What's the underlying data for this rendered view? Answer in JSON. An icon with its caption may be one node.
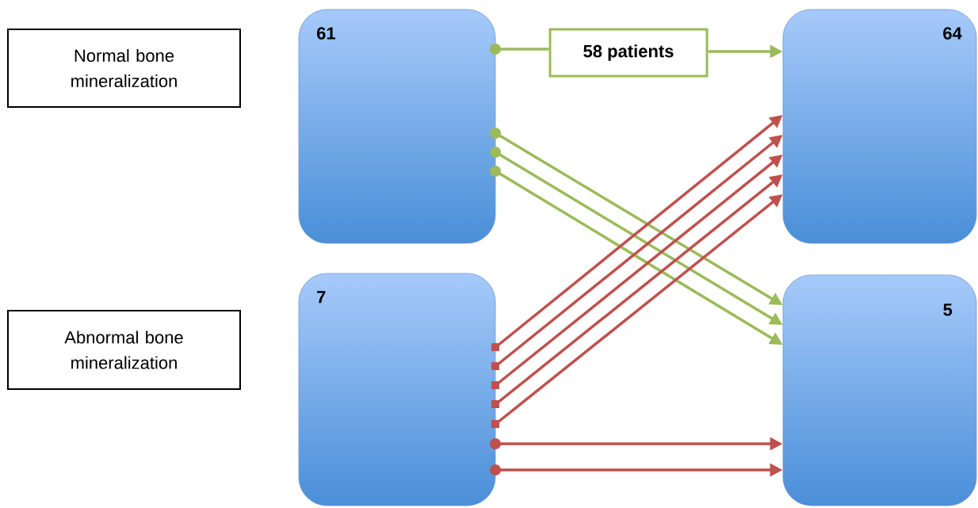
{
  "diagram": {
    "nodes": [
      {
        "text": [
          "Normal bone mineralization"
        ]
      },
      {
        "text": [
          "Abnormal bone mineralization"
        ]
      },
      {
        "text": [
          "61"
        ]
      },
      {
        "text": [
          "58 patients"
        ]
      },
      {
        "text": [
          "64"
        ]
      },
      {
        "text": [
          "7"
        ]
      },
      {
        "text": [
          "5"
        ]
      }
    ],
    "edges": [
      {
        "from": 2,
        "to": 3,
        "arrow": "other",
        "color": "#9bbb59"
      },
      {
        "from": 3,
        "to": 4,
        "arrow": "to",
        "color": "#9bbb59"
      },
      {
        "from": 2,
        "to": 6,
        "arrow": "to",
        "color": "#9bbb59"
      },
      {
        "from": 2,
        "to": 6,
        "arrow": "to",
        "color": "#9bbb59"
      },
      {
        "from": 2,
        "to": 6,
        "arrow": "to",
        "color": "#9bbb59"
      },
      {
        "from": 5,
        "to": 4,
        "arrow": "to",
        "color": "#c0504d"
      },
      {
        "from": 5,
        "to": 4,
        "arrow": "to",
        "color": "#c0504d"
      },
      {
        "from": 5,
        "to": 4,
        "arrow": "to",
        "color": "#c0504d"
      },
      {
        "from": 5,
        "to": 4,
        "arrow": "to",
        "color": "#c0504d"
      },
      {
        "from": 5,
        "to": 4,
        "arrow": "to",
        "color": "#c0504d"
      },
      {
        "from": 5,
        "to": 6,
        "arrow": "to",
        "color": "#c0504d"
      },
      {
        "from": 5,
        "to": 6,
        "arrow": "to",
        "color": "#c0504d"
      }
    ]
  }
}
